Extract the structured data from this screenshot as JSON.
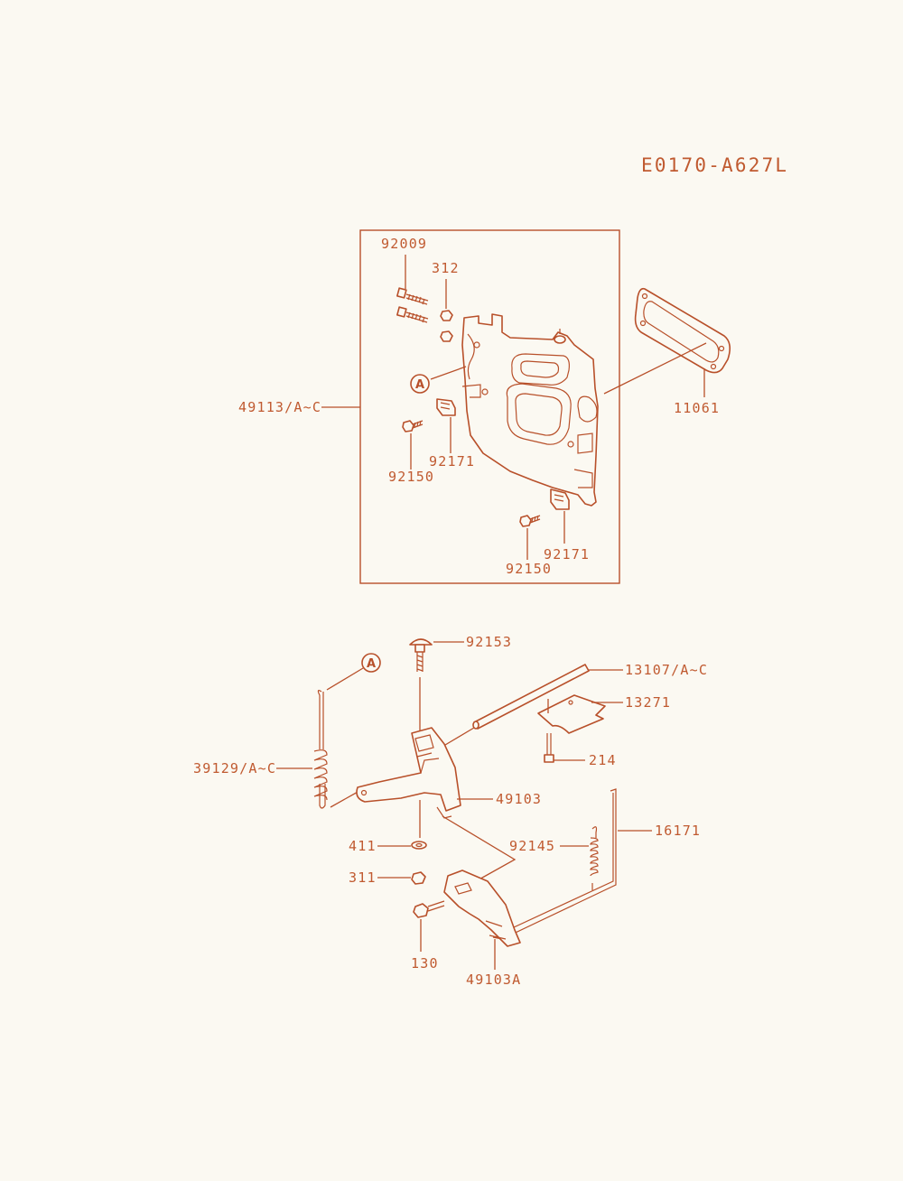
{
  "diagram": {
    "code": "E0170-A627L",
    "ref_marker": "A",
    "labels": {
      "p92009": "92009",
      "p312": "312",
      "p49113": "49113/A~C",
      "p11061": "11061",
      "p92171_a": "92171",
      "p92150_a": "92150",
      "p92171_b": "92171",
      "p92150_b": "92150",
      "p92153": "92153",
      "p13107": "13107/A~C",
      "p13271": "13271",
      "p214": "214",
      "p39129": "39129/A~C",
      "p49103": "49103",
      "p16171": "16171",
      "p92145": "92145",
      "p411": "411",
      "p311": "311",
      "p130": "130",
      "p49103A": "49103A"
    },
    "colors": {
      "line": "#b8502a",
      "text": "#c05a30",
      "background": "#fbf9f2"
    }
  }
}
